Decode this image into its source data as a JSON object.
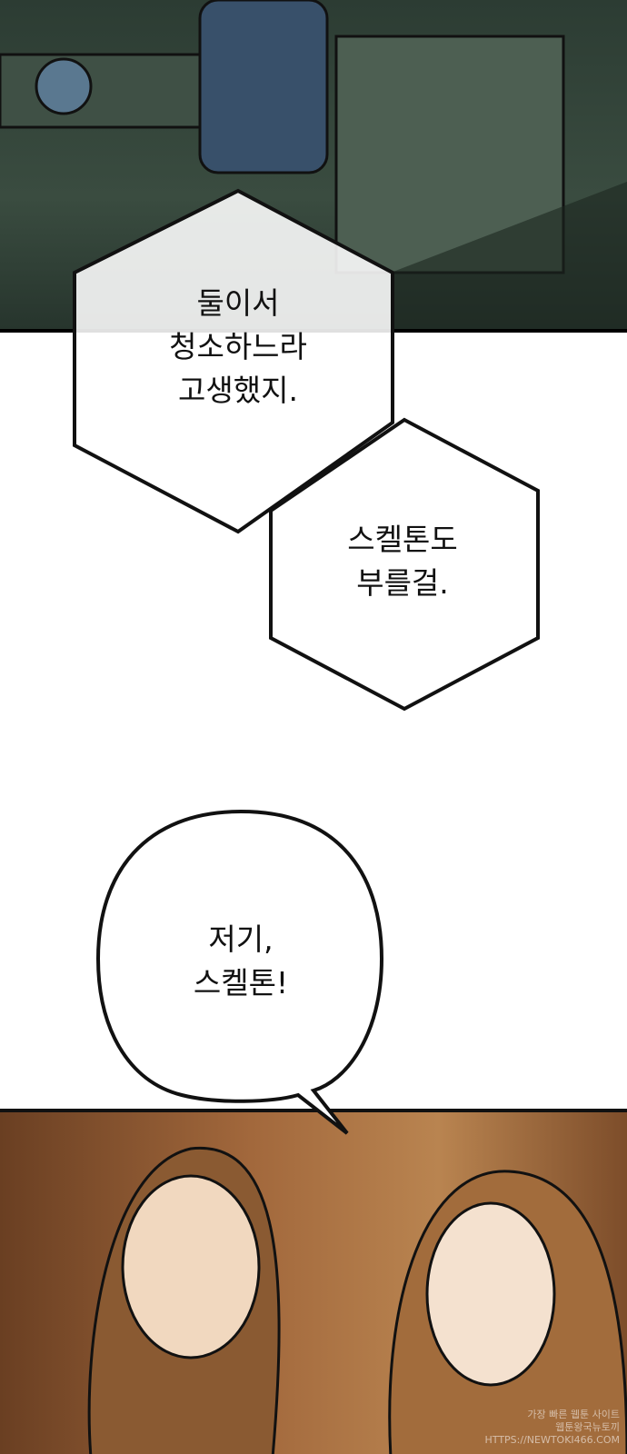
{
  "bubbles": [
    {
      "text": "둘이서\n청소하느라\n고생했지."
    },
    {
      "text": "스켈톤도\n부를걸."
    },
    {
      "text": "저기,\n스켈톤!"
    }
  ],
  "watermark": {
    "line1": "가장 빠른 웹툰 사이트",
    "line2": "웹툰왕국뉴토끼",
    "line3": "HTTPS://NEWTOKI466.COM"
  }
}
